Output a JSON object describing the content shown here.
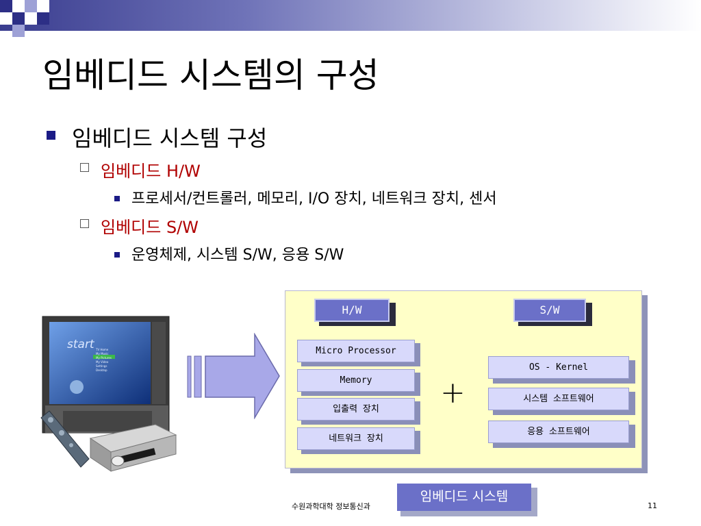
{
  "slide": {
    "title": "임베디드 시스템의 구성",
    "bullets": {
      "l1": "임베디드 시스템 구성",
      "hw_heading": "임베디드 H/W",
      "hw_detail": "프로세서/컨트롤러, 메모리,  I/O 장치, 네트워크 장치, 센서",
      "sw_heading": "임베디드 S/W",
      "sw_detail": "운영체제, 시스템 S/W, 응용 S/W"
    },
    "diagram": {
      "hw_header": "H/W",
      "sw_header": "S/W",
      "hw_items": [
        "Micro Processor",
        "Memory",
        "입출력 장치",
        "네트워크 장치"
      ],
      "sw_items": [
        "OS - Kernel",
        "시스템 소프트웨어",
        "응용 소프트웨어"
      ],
      "plus": "+",
      "caption": "임베디드 시스템"
    },
    "photo": {
      "screen_text": "start",
      "menu": [
        "TV Home",
        "My Music",
        "My Pictures",
        "My Video",
        "Settings",
        "Desktop"
      ]
    },
    "footer": "수원과학대학 정보통신과",
    "page_number": "11"
  },
  "colors": {
    "accent": "#6b70c8",
    "panel": "#ffffc8",
    "item": "#d8d9fb",
    "bullet": "#1b1b86",
    "subheading": "#b00000"
  }
}
